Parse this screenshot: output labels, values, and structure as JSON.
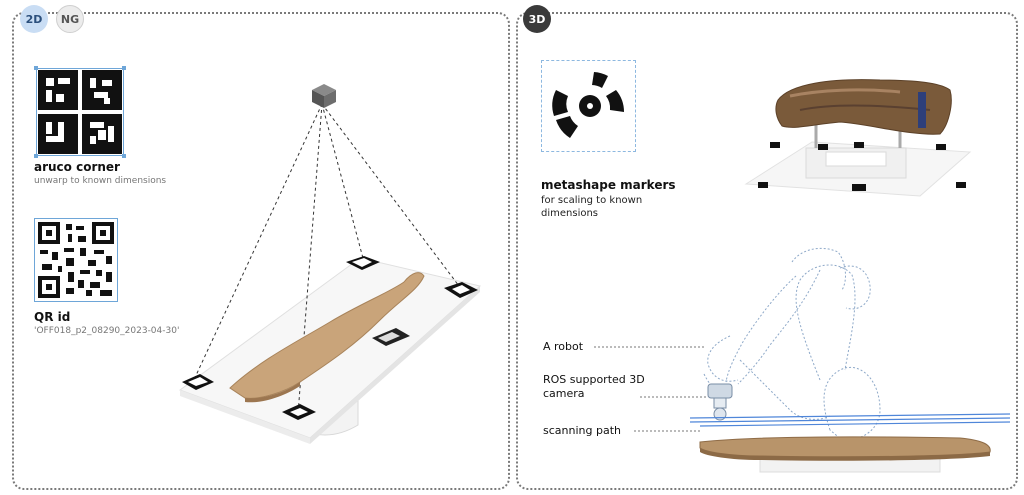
{
  "badges": {
    "two_d": "2D",
    "ng": "NG",
    "three_d": "3D"
  },
  "left_panel": {
    "aruco": {
      "title": "aruco corner",
      "subtitle": "unwarp to known dimensions"
    },
    "qr": {
      "title": "QR id",
      "subtitle": "'OFF018_p2_08290_2023-04-30'"
    }
  },
  "right_panel": {
    "metashape": {
      "title": "metashape markers",
      "subtitle": "for scaling to known dimensions"
    },
    "labels": {
      "robot": "A robot",
      "camera": "ROS supported 3D camera",
      "scan_path": "scanning path"
    }
  },
  "colors": {
    "frame": "#7a7a7a",
    "badge_2d_bg": "#c9ddf4",
    "badge_3d_bg": "#3a3a3a",
    "selection_blue": "#6ea6d8",
    "scan_path_blue": "#4f86d9",
    "wood": "#c9a47a"
  },
  "icons": [
    "camera-cube-icon",
    "aruco-marker-icon",
    "qr-code-icon",
    "metashape-marker-icon",
    "robot-arm-icon",
    "log-icon"
  ]
}
